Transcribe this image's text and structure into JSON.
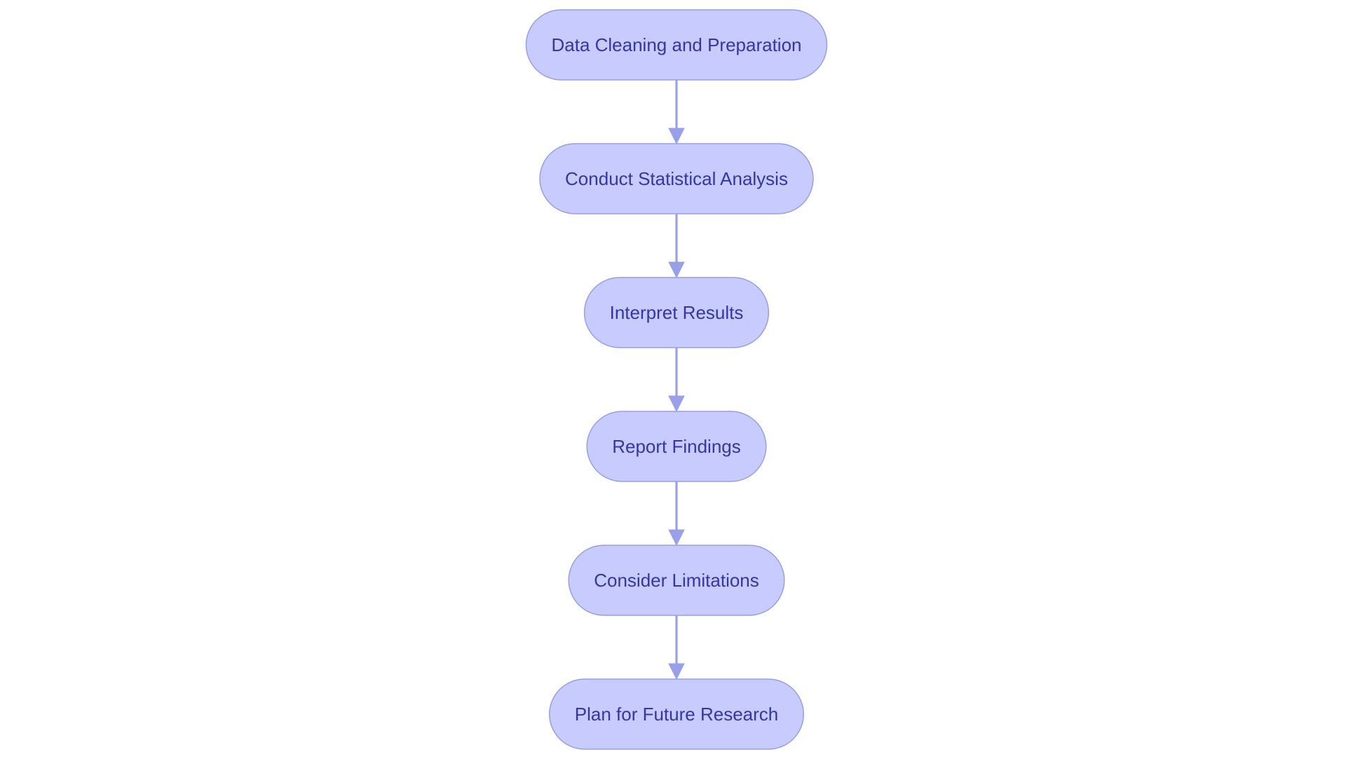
{
  "colors": {
    "node_fill": "#c7cbfd",
    "node_stroke": "#979ee8",
    "text": "#3535a8",
    "edge": "#98a0ea",
    "background": "#ffffff"
  },
  "diagram": {
    "type": "flowchart",
    "nodes": [
      {
        "id": "n1",
        "label": "Data Cleaning and Preparation"
      },
      {
        "id": "n2",
        "label": "Conduct Statistical Analysis"
      },
      {
        "id": "n3",
        "label": "Interpret Results"
      },
      {
        "id": "n4",
        "label": "Report Findings"
      },
      {
        "id": "n5",
        "label": "Consider Limitations"
      },
      {
        "id": "n6",
        "label": "Plan for Future Research"
      }
    ],
    "edges": [
      {
        "from": "n1",
        "to": "n2"
      },
      {
        "from": "n2",
        "to": "n3"
      },
      {
        "from": "n3",
        "to": "n4"
      },
      {
        "from": "n4",
        "to": "n5"
      },
      {
        "from": "n5",
        "to": "n6"
      }
    ]
  }
}
